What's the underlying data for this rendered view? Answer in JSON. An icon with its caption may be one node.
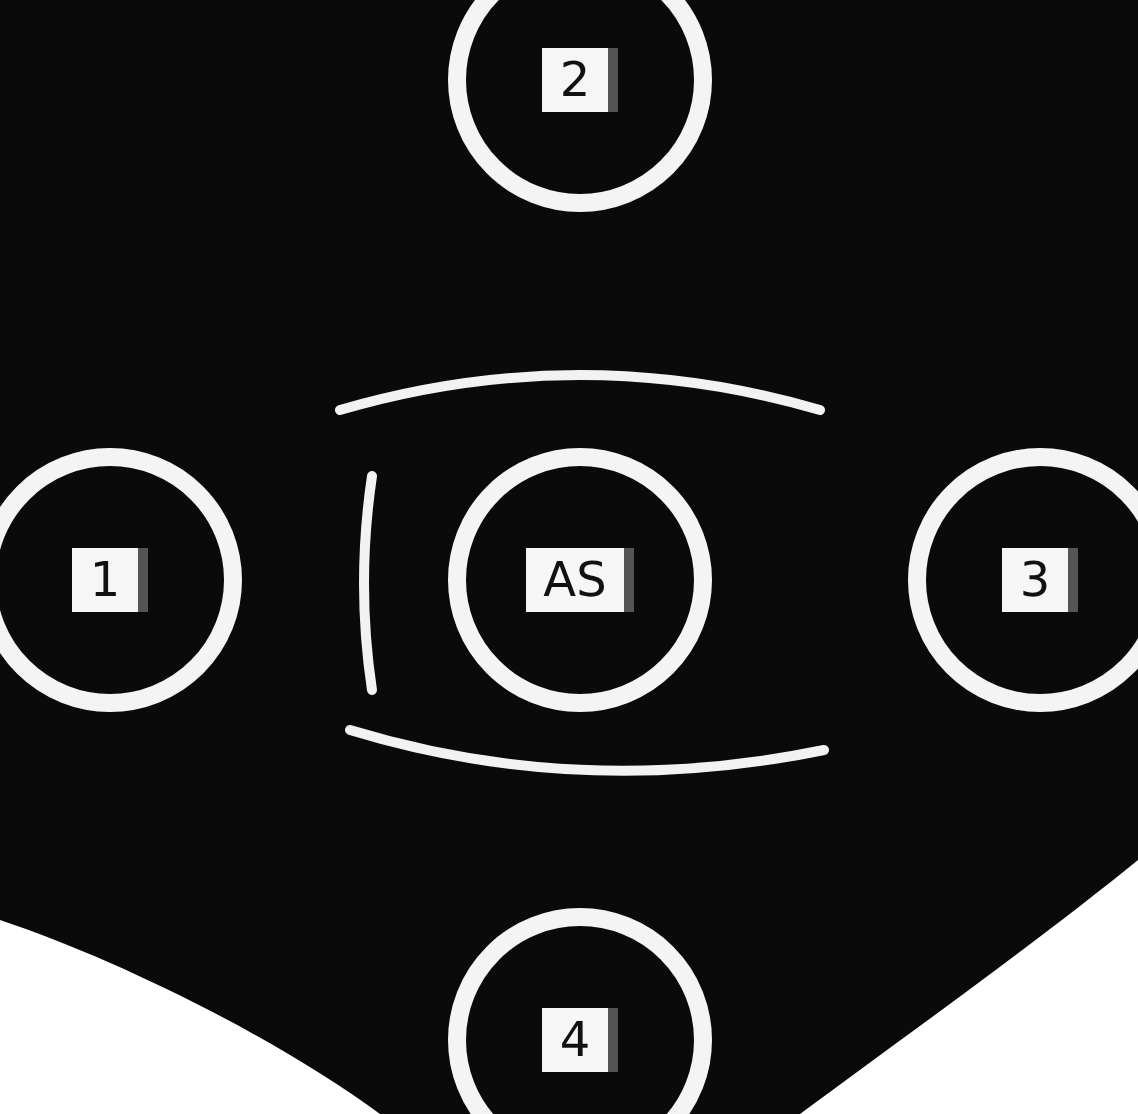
{
  "diagram": {
    "nodes": [
      {
        "text": [
          "2"
        ]
      },
      {
        "text": [
          "1"
        ]
      },
      {
        "text": [
          "AS"
        ]
      },
      {
        "text": [
          "3"
        ]
      },
      {
        "text": [
          "4"
        ]
      }
    ]
  }
}
